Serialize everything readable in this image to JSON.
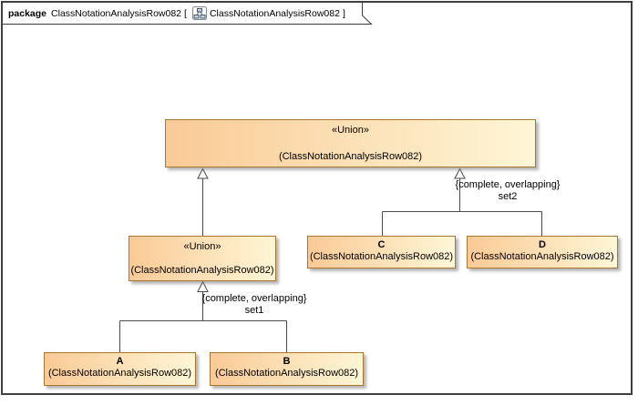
{
  "header": {
    "kind": "package",
    "package_name": "ClassNotationAnalysisRow082",
    "open_bracket": "[",
    "diagram_name": "ClassNotationAnalysisRow082",
    "close_bracket": "]"
  },
  "boxes": {
    "union_top": {
      "stereotype": "«Union»",
      "owner": "(ClassNotationAnalysisRow082)"
    },
    "union_mid": {
      "stereotype": "«Union»",
      "owner": "(ClassNotationAnalysisRow082)"
    },
    "class_c": {
      "name": "C",
      "owner": "(ClassNotationAnalysisRow082)"
    },
    "class_d": {
      "name": "D",
      "owner": "(ClassNotationAnalysisRow082)"
    },
    "class_a": {
      "name": "A",
      "owner": "(ClassNotationAnalysisRow082)"
    },
    "class_b": {
      "name": "B",
      "owner": "(ClassNotationAnalysisRow082)"
    }
  },
  "generalization_sets": {
    "set1": {
      "constraint": "{complete, overlapping}",
      "name": "set1"
    },
    "set2": {
      "constraint": "{complete, overlapping}",
      "name": "set2"
    }
  },
  "colors": {
    "box_fill_left": "#FACA96",
    "box_fill_right": "#FEF6D6",
    "box_border": "#A9752F",
    "edge_line": "#4A4A4A",
    "frame_border": "#3F3F3F"
  }
}
